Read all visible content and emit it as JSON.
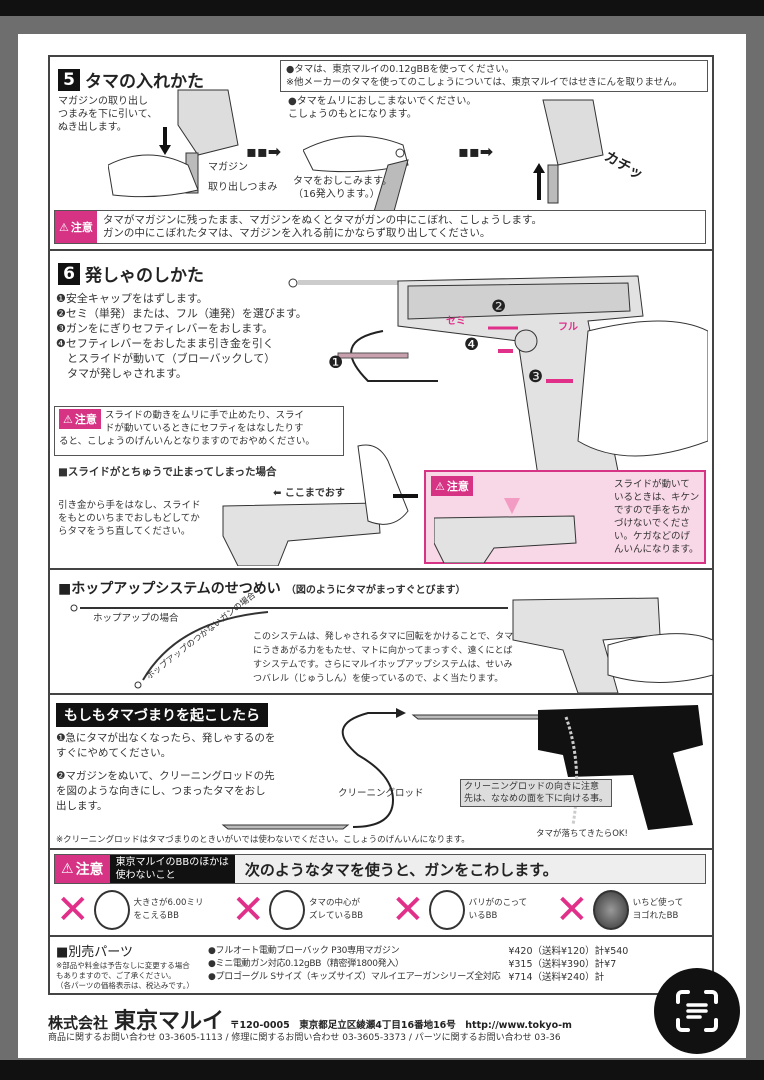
{
  "sec5": {
    "num": "5",
    "title": "タマの入れかた",
    "note1": "●タマは、東京マルイの0.12gBBを使ってください。",
    "note2": "※他メーカーのタマを使ってのこしょうについては、東京マルイではせきにんを取りません。",
    "step1": [
      "マガジンの取り出し",
      "つまみを下に引いて、",
      "ぬき出します。"
    ],
    "label_mag": "マガジン",
    "label_knob": "取り出しつまみ",
    "step2a": [
      "●タマをムリにおしこまないでください。",
      "こしょうのもとになります。"
    ],
    "step2b": [
      "タマをおしこみます。",
      "（16発入ります。）"
    ],
    "click": "カチッ",
    "warn_label": "注意",
    "warn_text": [
      "タマがマガジンに残ったまま、マガジンをぬくとタマがガンの中にこぼれ、こしょうします。",
      "ガンの中にこぼれたタマは、マガジンを入れる前にかならず取り出してください。"
    ]
  },
  "sec6": {
    "num": "6",
    "title": "発しゃのしかた",
    "steps": [
      "❶安全キャップをはずします。",
      "❷セミ（単発）または、フル（連発）を選びます。",
      "❸ガンをにぎりセフティレバーをおします。",
      "❹セフティレバーをおしたまま引き金を引く",
      "　とスライドが動いて（ブローバックして）",
      "　タマが発しゃされます。"
    ],
    "warn_label": "注意",
    "warn_text": [
      "スライドの動きをムリに手で止めたり、スライ",
      "ドが動いているときにセフティをはなしたりす",
      "ると、こしょうのげんいんとなりますのでおやめください。"
    ],
    "semi": "セミ",
    "full": "フル",
    "m1": "❶",
    "m2": "❷",
    "m3": "❸",
    "m4": "❹",
    "stuck_title": "■スライドがとちゅうで止まってしまった場合",
    "push_here": "ここまでおす",
    "stuck_text": [
      "引き金から手をはなし、スライド",
      "をもとのいちまでおしもどしてか",
      "らタマをうち直してください。"
    ],
    "warn2_label": "注意",
    "warn2_text": [
      "スライドが動いて",
      "いるときは、キケン",
      "ですので手をちか",
      "づけないでくださ",
      "い。ケガなどのげ",
      "んいんになります。"
    ]
  },
  "hop": {
    "title": "■ホップアップシステムのせつめい",
    "subtitle": "（図のようにタマがまっすぐとびます）",
    "with": "ホップアップの場合",
    "without": "ホップアップのつかないガンの場合",
    "text": [
      "このシステムは、発しゃされるタマに回転をかけることで、タマ",
      "にうきあがる力をもたせ、マトに向かってまっすぐ、遠くにとば",
      "すシステムです。さらにマルイホップアップシステムは、せいみ",
      "つバレル（じゅうしん）を使っているので、よく当たります。"
    ]
  },
  "jam": {
    "title": "もしもタマづまりを起こしたら",
    "s1": [
      "❶急にタマが出なくなったら、発しゃするのを",
      "すぐにやめてください。"
    ],
    "s2": [
      "❷マガジンをぬいて、クリーニングロッドの先",
      "を図のような向きにし、つまったタマをおし",
      "出します。"
    ],
    "rod": "クリーニングロッド",
    "callout": [
      "クリーニングロッドの向きに注意",
      "先は、ななめの面を下に向ける事。"
    ],
    "ok": "タマが落ちてきたらOK!",
    "footnote": "※クリーニングロッドはタマづまりのときいがいでは使わないでください。こしょうのげんいんになります。"
  },
  "bbwarn": {
    "label": "注意",
    "black": [
      "東京マルイのBBのほかは",
      "使わないこと"
    ],
    "headline": "次のようなタマを使うと、ガンをこわします。",
    "items": [
      [
        "大きさが6.00ミリ",
        "をこえるBB"
      ],
      [
        "タマの中心が",
        "ズレているBB"
      ],
      [
        "バリがのこって",
        "いるBB"
      ],
      [
        "いちど使って",
        "ヨゴれたBB"
      ]
    ]
  },
  "parts": {
    "title": "■別売パーツ",
    "notes": [
      "※部品や料金は予告なしに変更する場合",
      "もありますので、ご了承ください。",
      "（各パーツの価格表示は、税込みです。）"
    ],
    "items": [
      {
        "name": "●フルオート電動ブローバック P30専用マガジン",
        "price": "¥420（送料¥120）計¥540"
      },
      {
        "name": "●ミニ電動ガン対応0.12gBB（精密弾1800発入）",
        "price": "¥315（送料¥390）計¥7"
      },
      {
        "name": "●プロゴーグル Sサイズ（キッズサイズ）マルイエアーガンシリーズ全対応",
        "price": "¥714（送料¥240）計"
      }
    ]
  },
  "footer": {
    "company_prefix": "株式会社",
    "company": "東京マルイ",
    "address": "〒120-0005　東京都足立区綾瀬4丁目16番地16号　http://www.tokyo-m",
    "contact": "商品に関するお問い合わせ 03-3605-1113 / 修理に関するお問い合わせ 03-3605-3373 / パーツに関するお問い合わせ 03-36"
  },
  "colors": {
    "accent": "#e0308a",
    "warn_bg": "#d63384"
  }
}
